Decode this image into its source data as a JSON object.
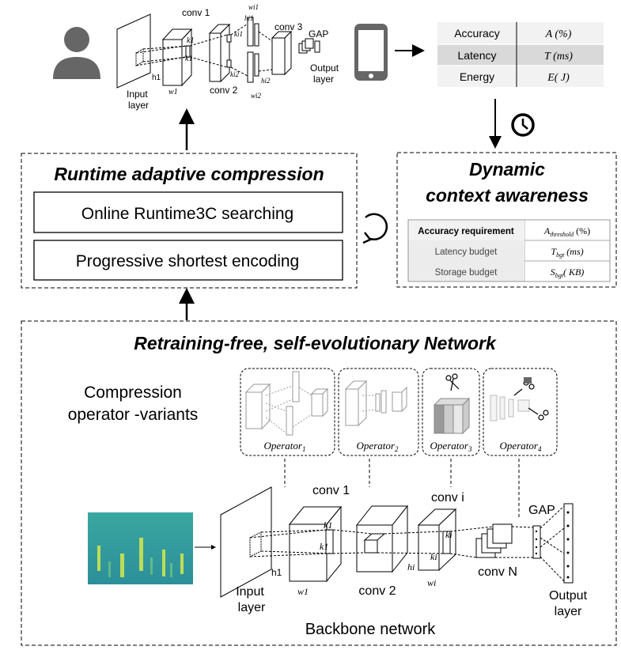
{
  "top_cnn": {
    "input_layer": [
      "Input",
      "layer"
    ],
    "conv1": "conv 1",
    "conv2": "conv 2",
    "conv3": "conv 3",
    "gap": "GAP",
    "output_layer": [
      "Output",
      "layer"
    ],
    "h1": "h1",
    "w1": "w1",
    "k1a": "k1",
    "k1b": "k1",
    "ki2": "ki2",
    "ki1": "ki1",
    "wi1": "wi1",
    "hi1": "hi1",
    "hi2": "hi2",
    "wi2": "wi2"
  },
  "metrics_table": {
    "rows": [
      {
        "label": "Accuracy",
        "symbol": "A (%)"
      },
      {
        "label": "Latency",
        "symbol": "T (ms)"
      },
      {
        "label": "Energy",
        "symbol": "E( J)"
      }
    ]
  },
  "runtime_box": {
    "title": "Runtime adaptive compression",
    "item1": "Online  Runtime3C searching",
    "item2": "Progressive shortest encoding"
  },
  "context_box": {
    "title": [
      "Dynamic",
      "context awareness"
    ],
    "rows": [
      {
        "label": "Accuracy requirement",
        "symbol": "A",
        "sub": "threshold",
        "unit": " (%)"
      },
      {
        "label": "Latency budget",
        "symbol": "T",
        "sub": "bgt",
        "unit": " (ms)"
      },
      {
        "label": "Storage budget",
        "symbol": "S",
        "sub": "bgt",
        "unit": "( KB)"
      }
    ]
  },
  "network_box": {
    "title": "Retraining-free, self-evolutionary Network",
    "variants_label": [
      "Compression",
      "operator -variants"
    ],
    "operators": [
      {
        "name": "Operator",
        "sub": "1"
      },
      {
        "name": "Operator",
        "sub": "2"
      },
      {
        "name": "Operator",
        "sub": "3"
      },
      {
        "name": "Operator",
        "sub": "4"
      }
    ],
    "backbone": {
      "input_layer": [
        "Input",
        "layer"
      ],
      "conv1": "conv 1",
      "conv2": "conv 2",
      "convi": "conv i",
      "convN": "conv N",
      "gap": "GAP",
      "output_layer": [
        "Output",
        "layer"
      ],
      "h1": "h1",
      "w1": "w1",
      "k1a": "k1",
      "k1b": "k1",
      "hi": "hi",
      "wi": "wi",
      "kia": "ki",
      "kib": "ki"
    },
    "caption": "Backbone network"
  }
}
